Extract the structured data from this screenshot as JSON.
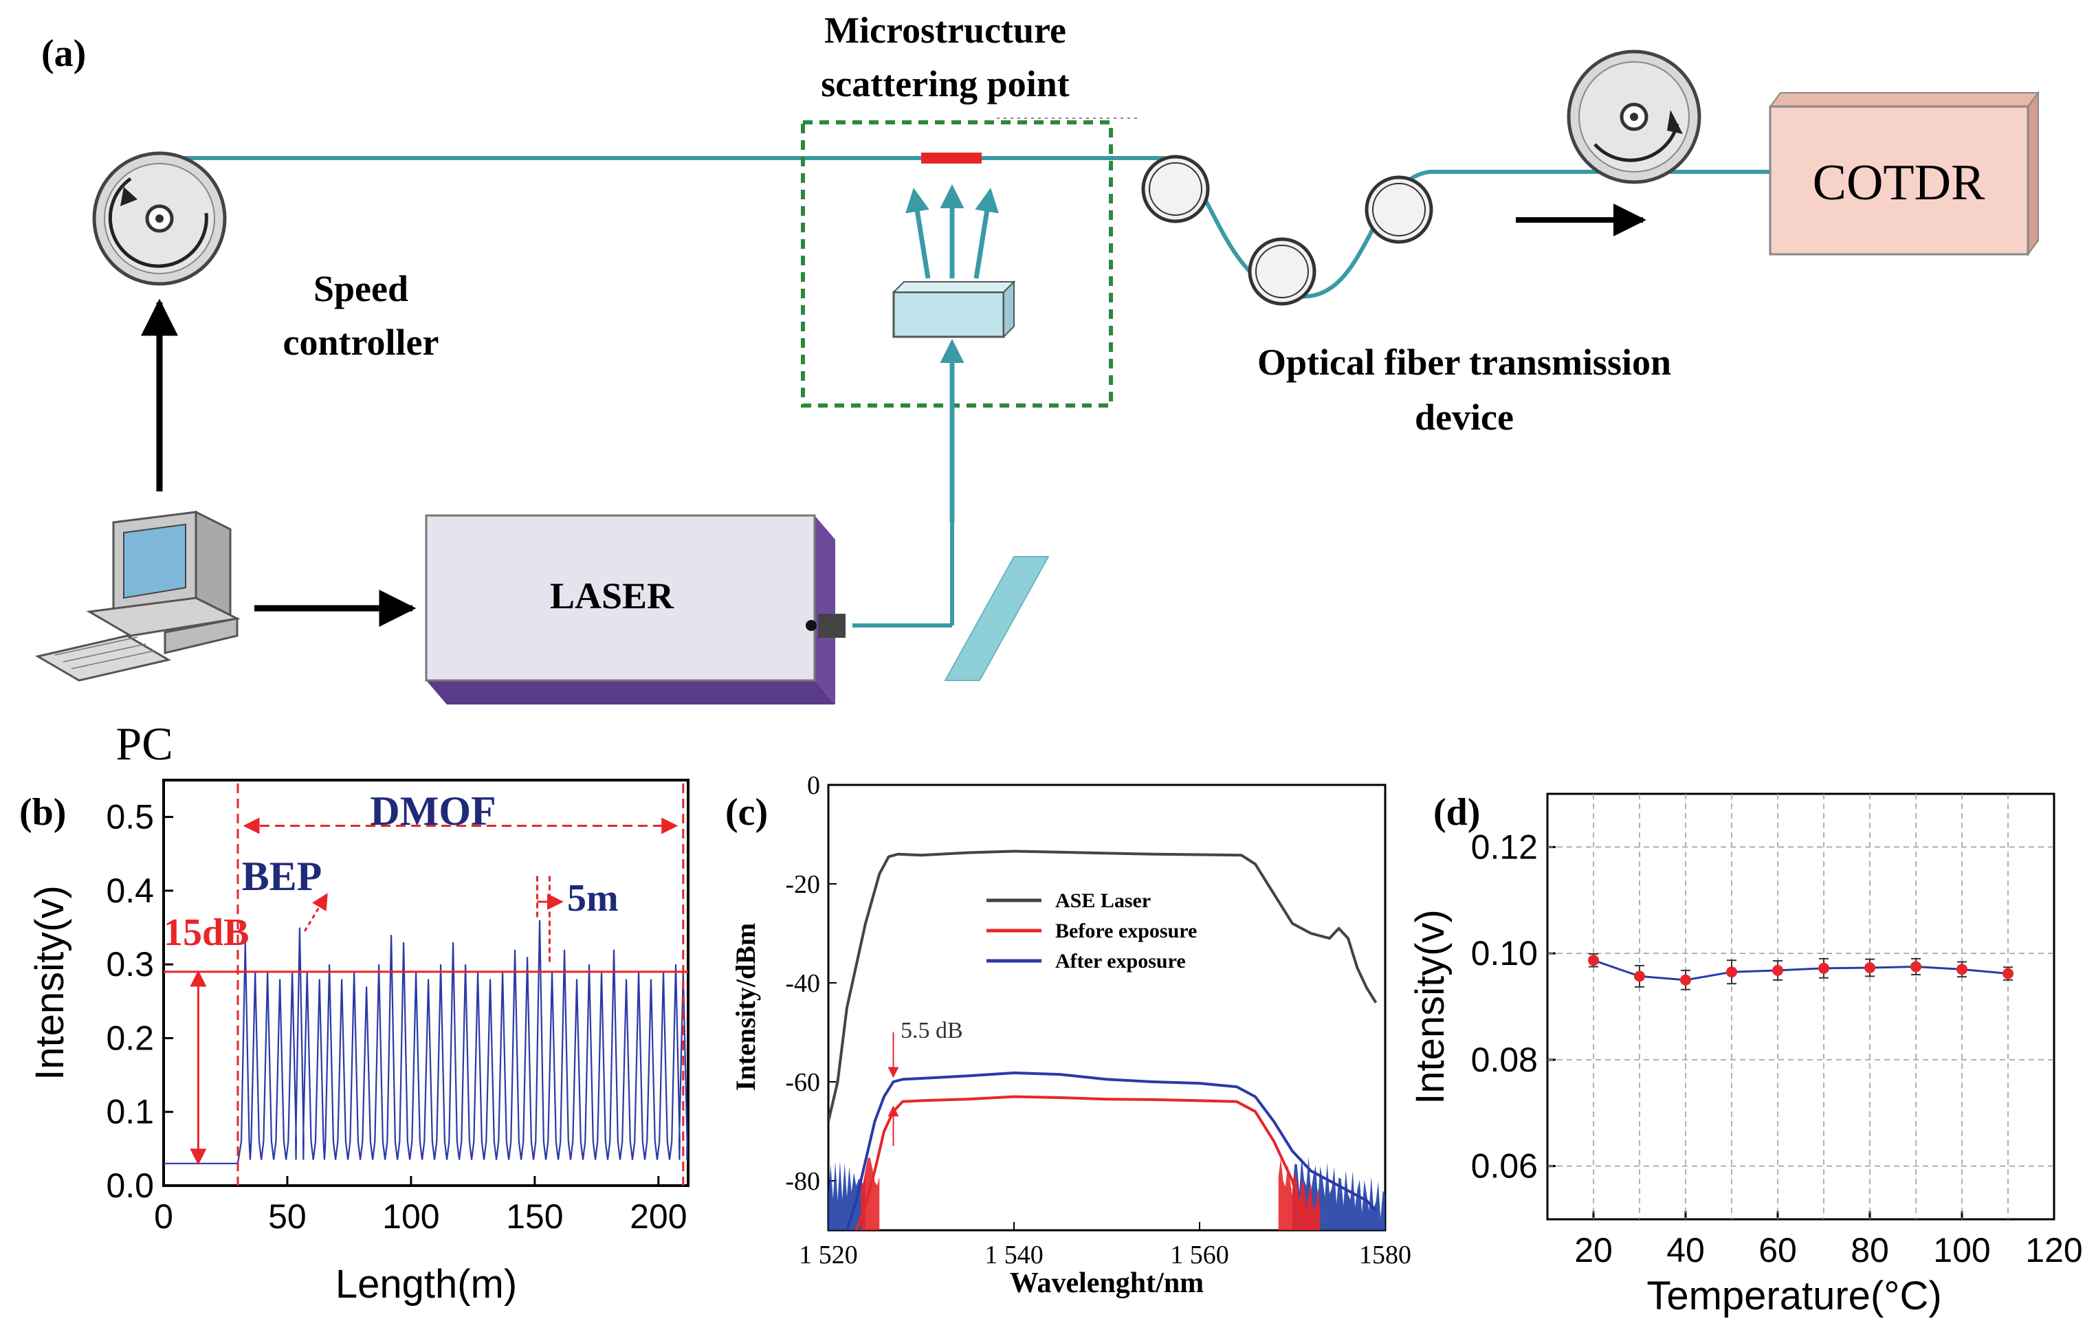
{
  "panel_a": {
    "label": "(a)",
    "scatter_title_line1": "Microstructure",
    "scatter_title_line2": "scattering point",
    "speed_line1": "Speed",
    "speed_line2": "controller",
    "transmission_line1": "Optical fiber transmission",
    "transmission_line2": "device",
    "cotdr": "COTDR",
    "laser": "LASER",
    "pc": "PC"
  },
  "colors": {
    "fiber": "#3a9aa6",
    "red": "#e8262a",
    "navy": "#1f2a7a",
    "cotdr_fill": "#f6d2c8",
    "laser_fill": "#e7e3ee",
    "laser_side": "#6e4a9a",
    "green_dash": "#2a8a3a"
  },
  "chart_b": {
    "label": "(b)",
    "xlabel": "Length(m)",
    "ylabel": "Intensity(v)",
    "xticks": [
      "0",
      "50",
      "100",
      "150",
      "200"
    ],
    "yticks": [
      "0.0",
      "0.1",
      "0.2",
      "0.3",
      "0.4",
      "0.5"
    ],
    "dmof": "DMOF",
    "bep": "BEP",
    "db": "15dB",
    "spacing": "5m"
  },
  "chart_c": {
    "label": "(c)",
    "xlabel": "Wavelenght/nm",
    "ylabel": "Intensity/dBm",
    "xticks": [
      "1 520",
      "1 540",
      "1 560",
      "1580"
    ],
    "yticks": [
      "0",
      "-20",
      "-40",
      "-60",
      "-80"
    ],
    "legend": [
      "ASE Laser",
      "Before exposure",
      "After exposure"
    ],
    "annotation": "5.5 dB"
  },
  "chart_d": {
    "label": "(d)",
    "xlabel": "Temperature(°C)",
    "ylabel": "Intensity(v)",
    "xticks": [
      "20",
      "40",
      "60",
      "80",
      "100",
      "120"
    ],
    "yticks": [
      "0.12",
      "0.10",
      "0.08",
      "0.06"
    ]
  },
  "chart_data": [
    {
      "type": "line",
      "panel": "b",
      "xlabel": "Length(m)",
      "ylabel": "Intensity(v)",
      "xlim": [
        0,
        212
      ],
      "ylim": [
        0,
        0.55
      ],
      "baseline": 0.03,
      "dmof_start_m": 30,
      "dmof_end_m": 210,
      "peak_spacing_m": 5,
      "typical_peak": 0.29,
      "bep_position_m": 55,
      "bep_peak": 0.35,
      "reference_line": 0.29,
      "x": [
        33,
        37,
        42,
        47,
        52,
        55,
        58,
        63,
        67,
        72,
        77,
        82,
        87,
        92,
        97,
        102,
        107,
        112,
        117,
        122,
        127,
        132,
        137,
        142,
        147,
        152,
        157,
        162,
        167,
        172,
        177,
        182,
        187,
        192,
        197,
        202,
        207,
        210
      ],
      "peaks": [
        0.33,
        0.29,
        0.29,
        0.28,
        0.29,
        0.35,
        0.29,
        0.28,
        0.3,
        0.28,
        0.29,
        0.27,
        0.3,
        0.34,
        0.33,
        0.29,
        0.28,
        0.3,
        0.33,
        0.3,
        0.29,
        0.28,
        0.29,
        0.32,
        0.31,
        0.36,
        0.29,
        0.32,
        0.28,
        0.3,
        0.29,
        0.32,
        0.28,
        0.29,
        0.28,
        0.29,
        0.3,
        0.29
      ]
    },
    {
      "type": "line",
      "panel": "c",
      "xlabel": "Wavelenght/nm",
      "ylabel": "Intensity/dBm",
      "xlim": [
        1520,
        1580
      ],
      "ylim": [
        -90,
        0
      ],
      "series": [
        {
          "name": "ASE Laser",
          "color": "#444444",
          "x": [
            1520,
            1521,
            1522,
            1524,
            1525.5,
            1526.5,
            1527.5,
            1530,
            1535,
            1540,
            1545,
            1550,
            1555,
            1560,
            1564.5,
            1566,
            1568,
            1570,
            1572,
            1574,
            1575,
            1576,
            1577,
            1578,
            1579
          ],
          "y": [
            -68,
            -60,
            -45,
            -28,
            -18,
            -14.5,
            -14,
            -14.2,
            -13.7,
            -13.4,
            -13.6,
            -13.8,
            -14,
            -14.1,
            -14.2,
            -16,
            -22,
            -28,
            -30,
            -31,
            -29,
            -31,
            -37,
            -41,
            -44
          ]
        },
        {
          "name": "Before exposure",
          "color": "#e8262a",
          "x": [
            1523,
            1524,
            1525,
            1526,
            1527,
            1528,
            1530,
            1535,
            1540,
            1545,
            1550,
            1555,
            1560,
            1564,
            1566,
            1568,
            1570,
            1571,
            1572
          ],
          "y": [
            -90,
            -85,
            -78,
            -70,
            -66,
            -64,
            -63.8,
            -63.5,
            -63,
            -63.2,
            -63.5,
            -63.6,
            -63.8,
            -64,
            -66,
            -72,
            -80,
            -86,
            -90
          ]
        },
        {
          "name": "After exposure",
          "color": "#2a3aa8",
          "x": [
            1522,
            1523,
            1524,
            1525,
            1526,
            1527,
            1528,
            1530,
            1535,
            1540,
            1545,
            1550,
            1555,
            1560,
            1564,
            1566,
            1568,
            1570,
            1572,
            1574,
            1576,
            1578,
            1579
          ],
          "y": [
            -90,
            -84,
            -76,
            -68,
            -63,
            -60,
            -59.5,
            -59.3,
            -58.8,
            -58.2,
            -58.5,
            -59.5,
            -60,
            -60.3,
            -61,
            -63,
            -68,
            -74,
            -78,
            -80,
            -82,
            -84,
            -86
          ]
        }
      ]
    },
    {
      "type": "scatter",
      "panel": "d",
      "xlabel": "Temperature(°C)",
      "ylabel": "Intensity(v)",
      "xlim": [
        10,
        120
      ],
      "ylim": [
        0.05,
        0.13
      ],
      "x": [
        20,
        30,
        40,
        50,
        60,
        70,
        80,
        90,
        100,
        110
      ],
      "y": [
        0.0987,
        0.0957,
        0.095,
        0.0965,
        0.0968,
        0.0972,
        0.0973,
        0.0975,
        0.097,
        0.0962
      ],
      "error": [
        0.0012,
        0.002,
        0.0018,
        0.0022,
        0.0018,
        0.0018,
        0.0016,
        0.0015,
        0.0014,
        0.0012
      ],
      "grid": true
    }
  ]
}
